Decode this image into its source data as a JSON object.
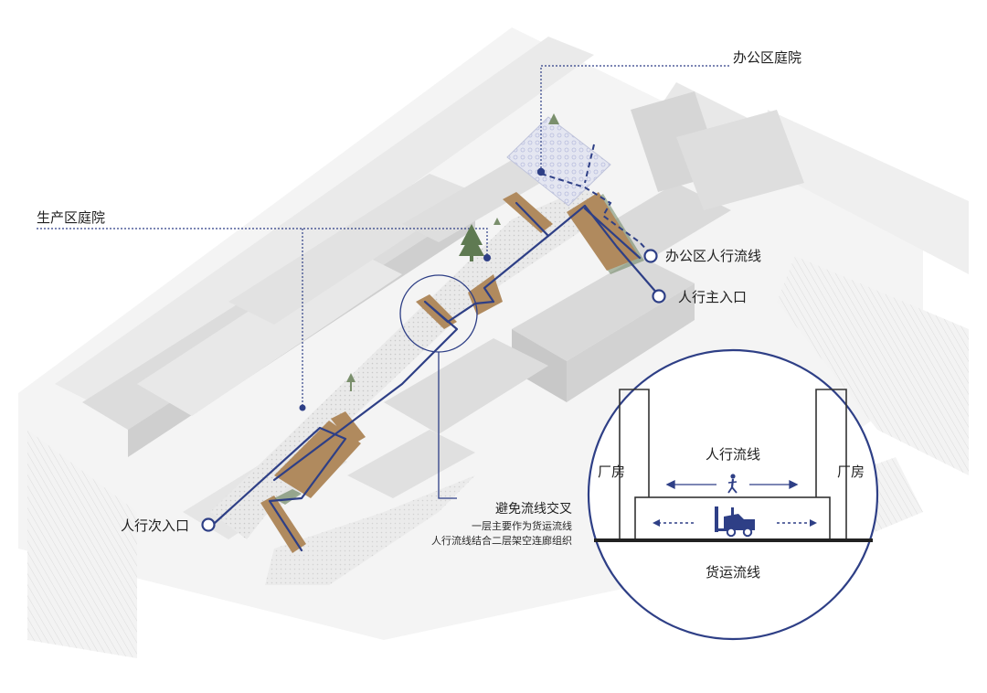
{
  "colors": {
    "route": "#2e3f86",
    "route_dark": "#233273",
    "walkway": "#b08a5e",
    "green": "#5f7a52",
    "ground": "#ececec",
    "plaza": "#e3e3e3"
  },
  "labels": {
    "office_courtyard": "办公区庭院",
    "production_courtyard": "生产区庭院",
    "office_ped_flow": "办公区人行流线",
    "ped_main_entrance": "人行主入口",
    "ped_secondary_entrance": "人行次入口"
  },
  "note": {
    "title": "避免流线交叉",
    "line1": "一层主要作为货运流线",
    "line2": "人行流线结合二层架空连廊组织"
  },
  "section": {
    "factory_left": "厂房",
    "factory_right": "厂房",
    "ped_flow": "人行流线",
    "freight_flow": "货运流线"
  },
  "icons": [
    "tree-icon",
    "pedestrian-icon",
    "forklift-icon"
  ]
}
